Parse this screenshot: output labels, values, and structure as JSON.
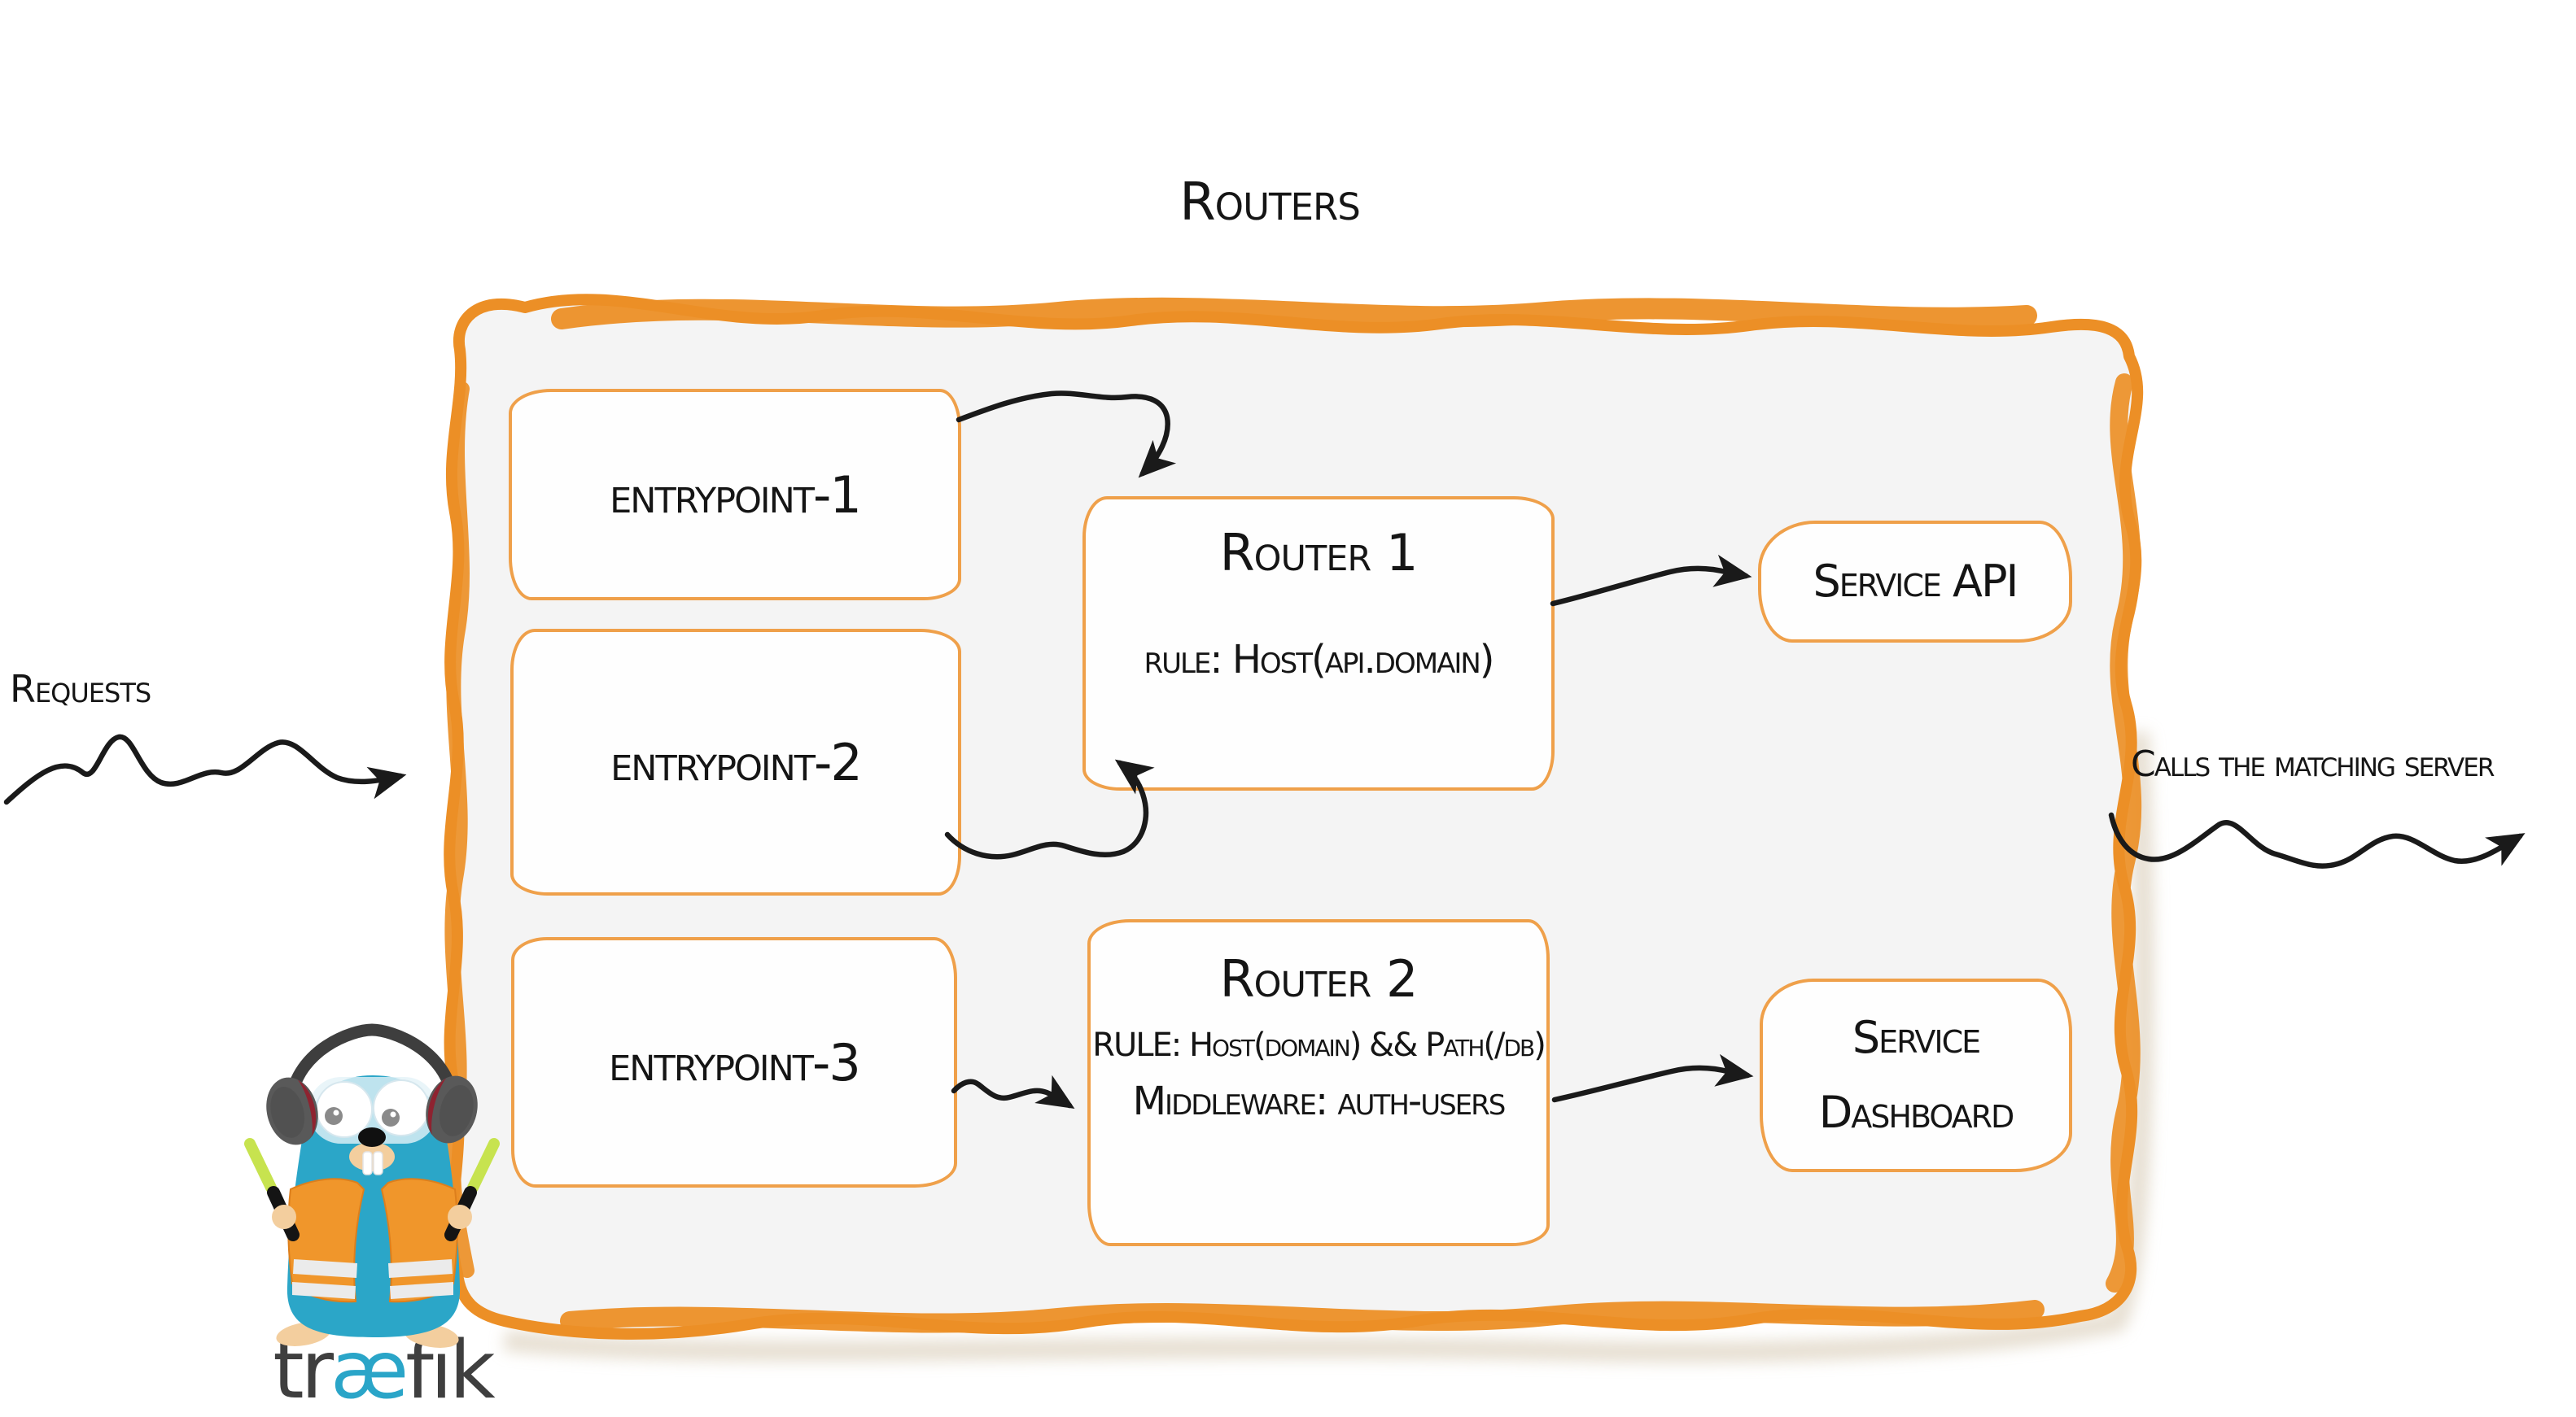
{
  "diagram": {
    "title": "Routers",
    "labels": {
      "left": "Requests",
      "right": "Calls the matching server"
    },
    "entrypoints": [
      {
        "label": "entrypoint-1"
      },
      {
        "label": "entrypoint-2"
      },
      {
        "label": "entrypoint-3"
      }
    ],
    "routers": [
      {
        "title": "Router 1",
        "rule": "rule: Host(api.domain)"
      },
      {
        "title": "Router 2",
        "rule": "RULE: Host(domain) && Path(/db)",
        "middleware": "Middleware: auth-users"
      }
    ],
    "services": [
      {
        "label": "Service API"
      },
      {
        "label": "Service Dashboard"
      }
    ],
    "brand": {
      "wordmark": {
        "pre": "tr",
        "ligature": "æ",
        "post": "fik"
      },
      "mascot_icon": "traefik-gopher-mascot"
    },
    "colors": {
      "orange_border": "#EC8F26",
      "box_border": "#EFA04A",
      "container_fill": "#F4F4F4",
      "box_fill": "#FEFEFE",
      "ink": "#151515",
      "gopher_teal": "#2BA6C8",
      "vest_orange": "#F0962B",
      "glowstick_green": "#C7E34F",
      "earmuff_red": "#8E2330",
      "wordmark_dark": "#3F3F3F",
      "wordmark_ae_teal": "#2AA5C8"
    }
  }
}
